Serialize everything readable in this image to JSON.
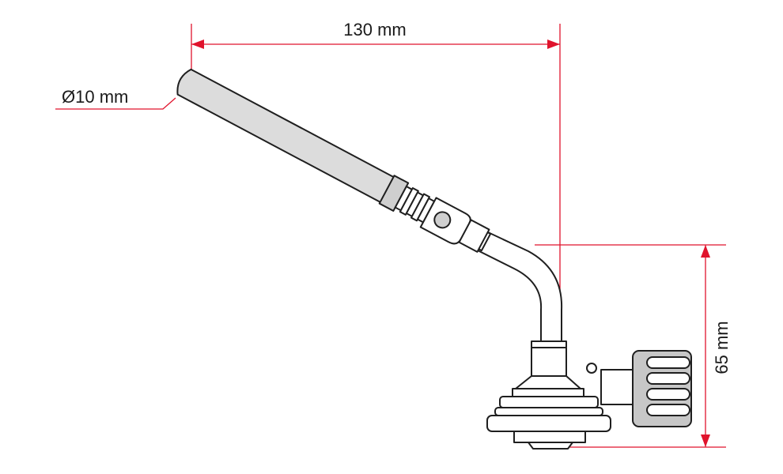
{
  "diagram": {
    "dimensions": {
      "length": "130 mm",
      "diameter": "Ø10 mm",
      "height": "65 mm"
    },
    "colors": {
      "dimension_line": "#e0132c",
      "outline": "#1f1f1f",
      "metal_fill": "#dcdcdc",
      "knob_fill": "#c7c7c7",
      "background": "#ffffff"
    }
  }
}
